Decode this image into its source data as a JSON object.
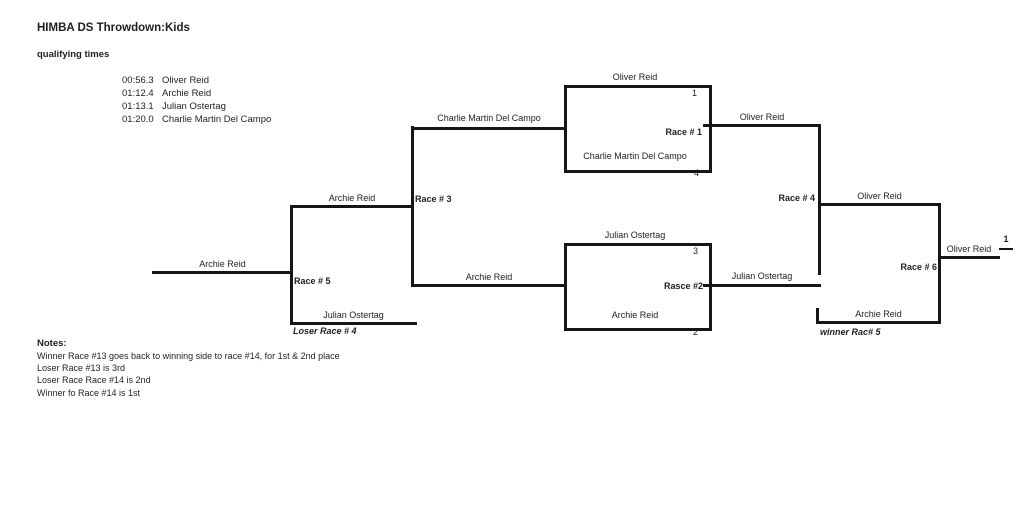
{
  "header": {
    "title": "HIMBA DS Throwdown:Kids",
    "qualifying_heading": "qualifying times"
  },
  "qualifying": {
    "entries": [
      {
        "time": "00:56.3",
        "name": "Oliver Reid"
      },
      {
        "time": "01:12.4",
        "name": "Archie Reid"
      },
      {
        "time": "01:13.1",
        "name": "Julian Ostertag"
      },
      {
        "time": "01:20.0",
        "name": "Charlie Martin Del Campo"
      }
    ]
  },
  "bracket": {
    "race1": {
      "name": "Race # 1",
      "top": "Oliver Reid",
      "top_seed": "1",
      "bottom": "Charlie Martin Del Campo",
      "bottom_seed": "4",
      "out": "Oliver Reid"
    },
    "race2": {
      "name": "Rasce #2",
      "top": "Julian Ostertag",
      "top_seed": "3",
      "bottom": "Archie Reid",
      "bottom_seed": "2",
      "out": "Julian Ostertag"
    },
    "race3": {
      "name": "Race # 3",
      "out_top": "Charlie Martin Del Campo",
      "out_bottom": "Archie Reid"
    },
    "race4": {
      "name": "Race # 4",
      "out": "Oliver Reid"
    },
    "race5": {
      "name": "Race # 5",
      "in_left": "Archie Reid",
      "out": "Archie Reid",
      "in_bottom": "Julian Ostertag",
      "in_bottom_note": "Loser Race # 4"
    },
    "race6": {
      "name": "Race # 6",
      "in_bottom": "Archie Reid",
      "in_bottom_note": "winner Rac# 5",
      "winner": "Oliver Reid",
      "place": "1"
    }
  },
  "notes": {
    "heading": "Notes:",
    "lines": [
      "Winner Race #13 goes back to winning side to race #14, for 1st & 2nd place",
      "Loser Race #13 is 3rd",
      "Loser Race Race #14 is 2nd",
      "Winner fo Race #14 is 1st"
    ]
  }
}
